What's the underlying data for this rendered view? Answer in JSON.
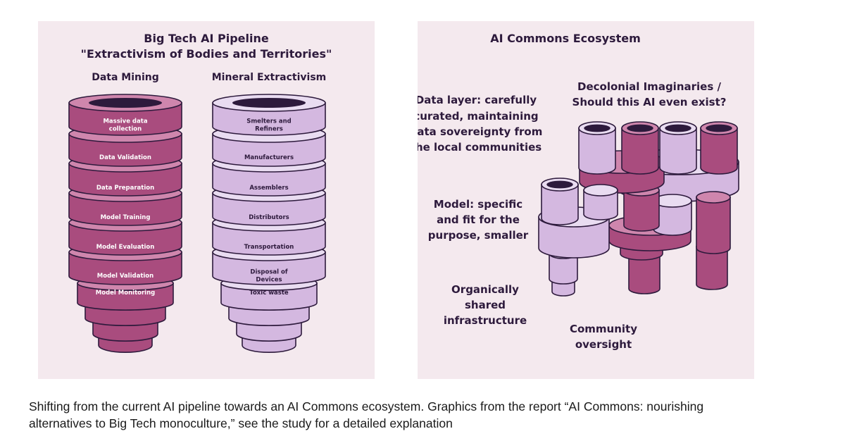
{
  "left": {
    "title_line1": "Big Tech AI Pipeline",
    "title_line2": "\"Extractivism of Bodies and Territories\"",
    "col1_heading": "Data Mining",
    "col2_heading": "Mineral Extractivism",
    "data_mining_stages": [
      "Massive data collection",
      "Data Validation",
      "Data Preparation",
      "Model Training",
      "Model Evaluation",
      "Model Validation",
      "Model Monitoring"
    ],
    "mineral_stages": [
      "Smelters and Refiners",
      "Manufacturers",
      "Assemblers",
      "Distributors",
      "Transportation",
      "Disposal of Devices",
      "Toxic waste"
    ]
  },
  "right": {
    "title": "AI Commons Ecosystem",
    "label_data_layer": [
      "Data layer: carefully",
      "curated, maintaining",
      "data sovereignty from",
      "the local communities"
    ],
    "label_decolonial": [
      "Decolonial Imaginaries /",
      "Should this AI even exist?"
    ],
    "label_model": [
      "Model: specific",
      "and fit for the",
      "purpose, smaller"
    ],
    "label_infra": [
      "Organically",
      "shared",
      "infrastructure"
    ],
    "label_oversight": [
      "Community",
      "oversight"
    ]
  },
  "caption": {
    "line1": "Shifting from the current AI pipeline towards an AI Commons ecosystem. Graphics from the report “AI Commons: nourishing",
    "line2": "alternatives to Big Tech monoculture,” see the study for a detailed explanation"
  },
  "colors": {
    "background": "#f4e9ee",
    "dark_magenta": "#a94c7e",
    "magenta_top": "#cf86ad",
    "lavender": "#d4b8e0",
    "lavender_top": "#e9dcf1",
    "outline": "#2d1a3c",
    "text": "#2d1a3c"
  }
}
